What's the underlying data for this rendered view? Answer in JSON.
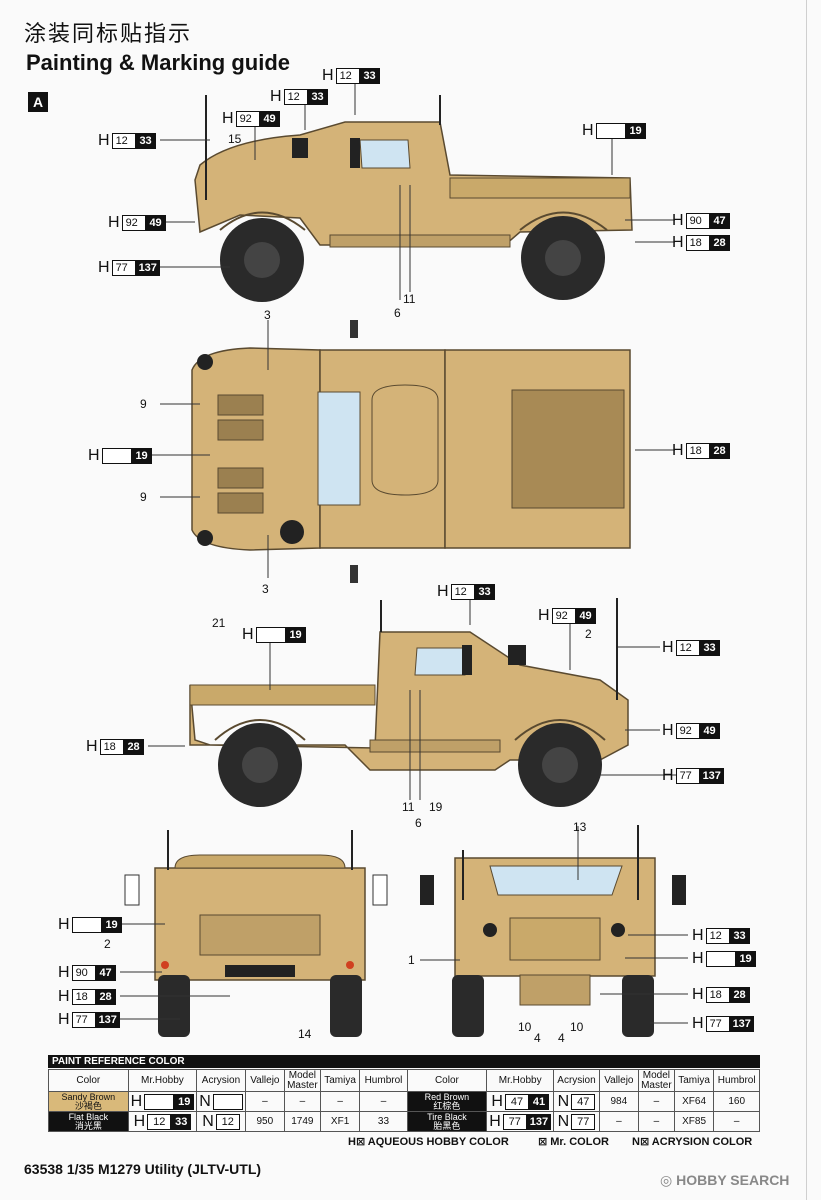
{
  "title_cn": "涂装同标贴指示",
  "title_en": "Painting & Marking guide",
  "scheme_label": "A",
  "callouts": [
    {
      "h": "H",
      "w": "12",
      "b": "33"
    },
    {
      "h": "H",
      "w": "12",
      "b": "33"
    },
    {
      "h": "H",
      "w": "92",
      "b": "49"
    },
    {
      "h": "H",
      "w": "12",
      "b": "33"
    },
    {
      "h": "H",
      "w": "",
      "b": "19"
    },
    {
      "h": "H",
      "w": "92",
      "b": "49"
    },
    {
      "h": "H",
      "w": "90",
      "b": "47"
    },
    {
      "h": "H",
      "w": "18",
      "b": "28"
    },
    {
      "h": "H",
      "w": "77",
      "b": "137"
    },
    {
      "h": "H",
      "w": "",
      "b": "19"
    },
    {
      "h": "H",
      "w": "18",
      "b": "28"
    },
    {
      "h": "H",
      "w": "12",
      "b": "33"
    },
    {
      "h": "H",
      "w": "",
      "b": "19"
    },
    {
      "h": "H",
      "w": "92",
      "b": "49"
    },
    {
      "h": "H",
      "w": "12",
      "b": "33"
    },
    {
      "h": "H",
      "w": "18",
      "b": "28"
    },
    {
      "h": "H",
      "w": "92",
      "b": "49"
    },
    {
      "h": "H",
      "w": "77",
      "b": "137"
    },
    {
      "h": "H",
      "w": "",
      "b": "19"
    },
    {
      "h": "H",
      "w": "90",
      "b": "47"
    },
    {
      "h": "H",
      "w": "18",
      "b": "28"
    },
    {
      "h": "H",
      "w": "77",
      "b": "137"
    },
    {
      "h": "H",
      "w": "12",
      "b": "33"
    },
    {
      "h": "H",
      "w": "",
      "b": "19"
    },
    {
      "h": "H",
      "w": "18",
      "b": "28"
    },
    {
      "h": "H",
      "w": "77",
      "b": "137"
    }
  ],
  "numbers": [
    "15",
    "11",
    "6",
    "3",
    "9",
    "9",
    "3",
    "21",
    "2",
    "11",
    "19",
    "6",
    "2",
    "14",
    "13",
    "1",
    "10",
    "4",
    "4",
    "10"
  ],
  "paint_table": {
    "heading": "PAINT REFERENCE COLOR",
    "headers": [
      "Color",
      "Mr.Hobby",
      "Acrysion",
      "Vallejo",
      "Model Master",
      "Tamiya",
      "Humbrol",
      "Color",
      "Mr.Hobby",
      "Acrysion",
      "Vallejo",
      "Model Master",
      "Tamiya",
      "Humbrol"
    ],
    "rows": [
      {
        "c1_en": "Sandy Brown",
        "c1_cn": "沙褐色",
        "c1_color": "#d9b97a",
        "h1": "H",
        "h1w": "",
        "h1b": "19",
        "a1": "N",
        "a1w": "",
        "v1": "–",
        "m1": "–",
        "t1": "–",
        "hu1": "–",
        "c2_en": "Red Brown",
        "c2_cn": "红棕色",
        "c2_color": "#111111",
        "h2": "H",
        "h2w": "47",
        "h2b": "41",
        "a2": "N",
        "a2w": "47",
        "v2": "984",
        "m2": "–",
        "t2": "XF64",
        "hu2": "160"
      },
      {
        "c1_en": "Flat Black",
        "c1_cn": "消光黑",
        "c1_color": "#111111",
        "h1": "H",
        "h1w": "12",
        "h1b": "33",
        "a1": "N",
        "a1w": "12",
        "v1": "950",
        "m1": "1749",
        "t1": "XF1",
        "hu1": "33",
        "c2_en": "Tire Black",
        "c2_cn": "胎黑色",
        "c2_color": "#111111",
        "h2": "H",
        "h2w": "77",
        "h2b": "137",
        "a2": "N",
        "a2w": "77",
        "v2": "–",
        "m2": "–",
        "t2": "XF85",
        "hu2": "–"
      }
    ]
  },
  "legend": {
    "aqueous": "H⊠ AQUEOUS HOBBY COLOR",
    "mr": "⊠ Mr. COLOR",
    "acrysion": "N⊠ ACRYSION COLOR"
  },
  "footer": "63538 1/35 M1279 Utility (JLTV-UTL)",
  "watermark": "HOBBY SEARCH"
}
